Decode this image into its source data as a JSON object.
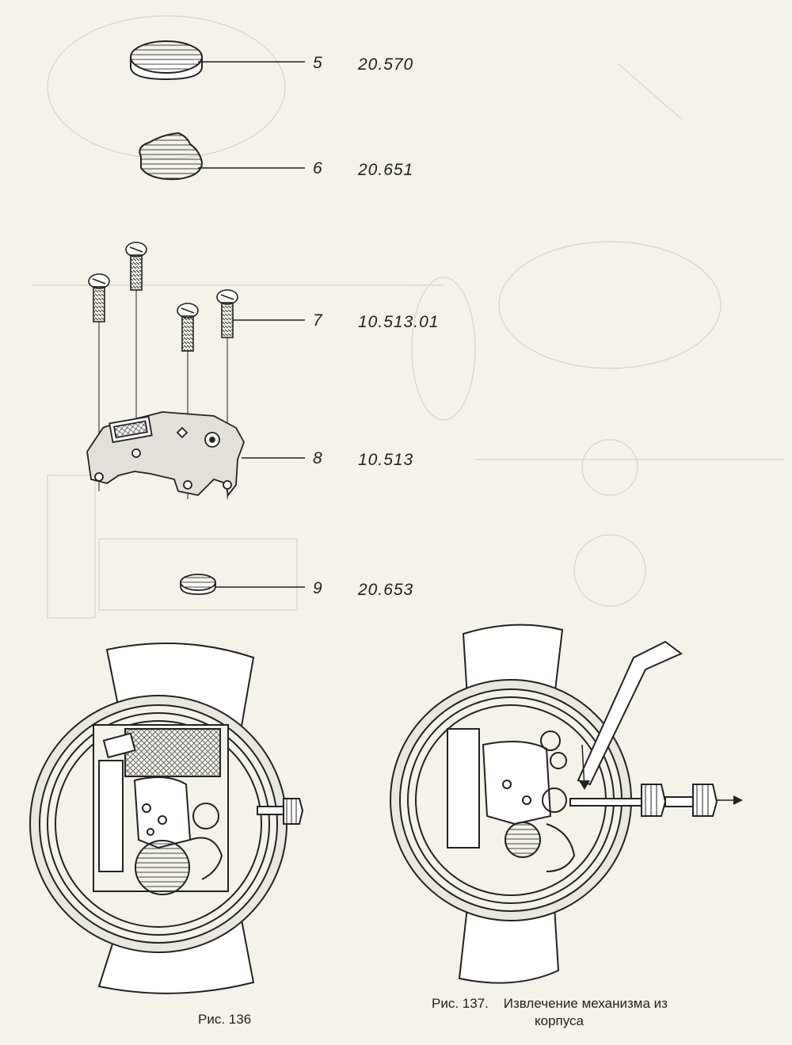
{
  "parts": [
    {
      "pos": "5",
      "code": "20.570"
    },
    {
      "pos": "6",
      "code": "20.651"
    },
    {
      "pos": "7",
      "code": "10.513.01"
    },
    {
      "pos": "8",
      "code": "10.513"
    },
    {
      "pos": "9",
      "code": "20.653"
    }
  ],
  "captions": {
    "fig136": "Рис. 136",
    "fig137_line1": "Рис. 137.    Извлечение механизма из",
    "fig137_line2": "корпуса"
  }
}
